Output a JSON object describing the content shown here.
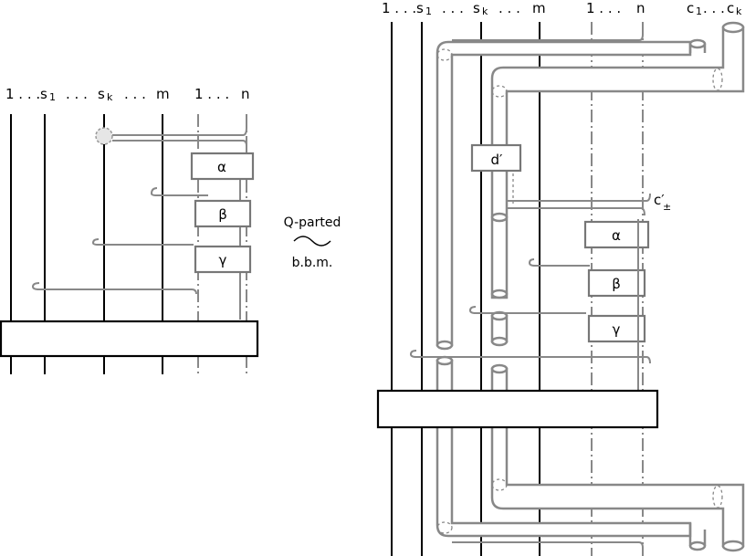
{
  "left": {
    "top_labels": [
      {
        "id": "l1",
        "text": "1 . . .",
        "sub": ""
      },
      {
        "id": "ls1",
        "text": "s",
        "sub": "1"
      },
      {
        "id": "ldots1",
        "text": ". . .",
        "sub": ""
      },
      {
        "id": "lsk",
        "text": "s",
        "sub": "k"
      },
      {
        "id": "ldots2",
        "text": ". . .",
        "sub": ""
      },
      {
        "id": "lm",
        "text": "m",
        "sub": ""
      },
      {
        "id": "l1n",
        "text": "1 . . .",
        "sub": ""
      },
      {
        "id": "ln",
        "text": "n",
        "sub": ""
      }
    ],
    "boxes": {
      "alpha": "α",
      "beta": "β",
      "gamma": "γ"
    }
  },
  "middle": {
    "line1": "Q-parted",
    "line2": "b.b.m."
  },
  "right": {
    "top_labels": [
      {
        "id": "r1",
        "text": "1 . . .",
        "sub": ""
      },
      {
        "id": "rs1",
        "text": "s",
        "sub": "1"
      },
      {
        "id": "rdots1",
        "text": ". . .",
        "sub": ""
      },
      {
        "id": "rsk",
        "text": "s",
        "sub": "k"
      },
      {
        "id": "rdots2",
        "text": ". . .",
        "sub": ""
      },
      {
        "id": "rm",
        "text": "m",
        "sub": ""
      },
      {
        "id": "r1n",
        "text": "1 . . .",
        "sub": ""
      },
      {
        "id": "rn",
        "text": "n",
        "sub": ""
      },
      {
        "id": "rc1",
        "text": "c",
        "sub": "1"
      },
      {
        "id": "rdots3",
        "text": ". . .",
        "sub": ""
      },
      {
        "id": "rck",
        "text": "c",
        "sub": "k"
      }
    ],
    "boxes": {
      "d_prime": "d′",
      "alpha": "α",
      "beta": "β",
      "gamma": "γ"
    },
    "c_label": "c′",
    "c_label_sub": "±"
  }
}
